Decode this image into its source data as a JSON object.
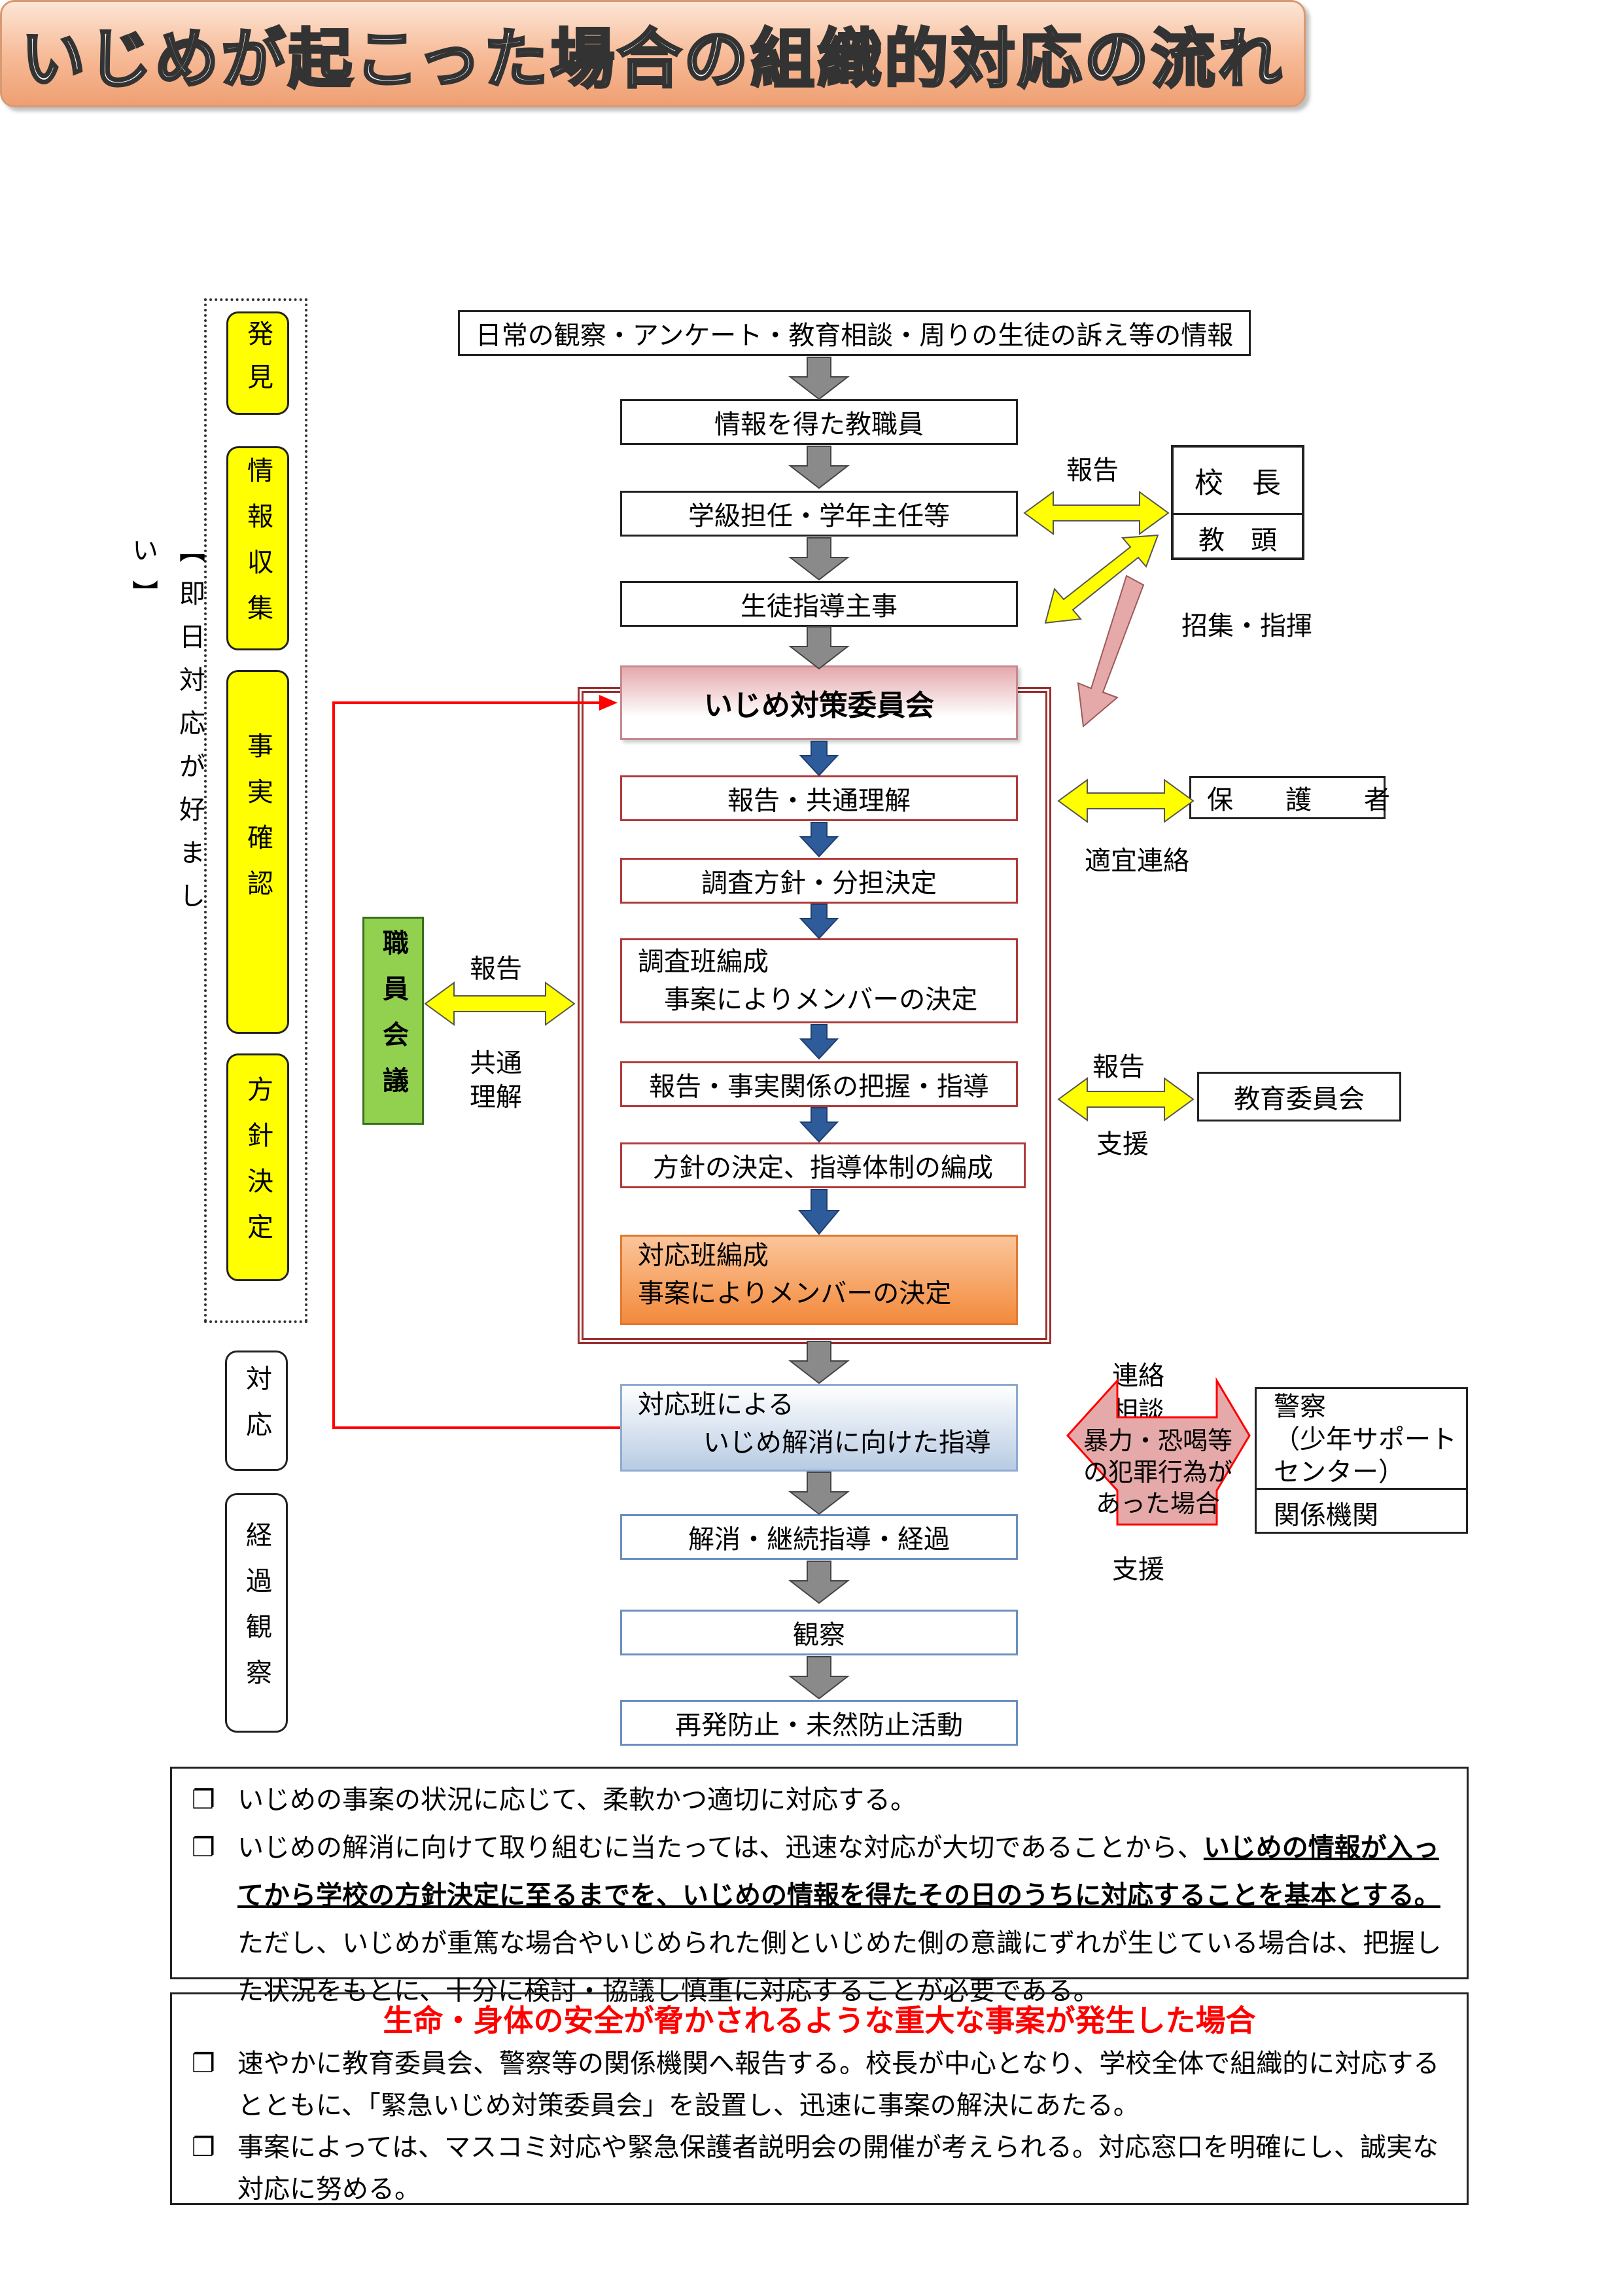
{
  "title": "いじめが起こった場合の組織的対応の流れ",
  "sidebar": {
    "same_day_note": "【即日対応が好ましい】",
    "phases": [
      "発見",
      "情報収集",
      "事実確認",
      "方針決定"
    ],
    "response_phase": "対応",
    "observation_phase": "経過観察"
  },
  "flow": {
    "source": "日常の観察・アンケート・教育相談・周りの生徒の訴え等の情報",
    "staff": "情報を得た教職員",
    "homeroom": "学級担任・学年主任等",
    "guidance_head": "生徒指導主事",
    "committee": "いじめ対策委員会",
    "step1": "報告・共通理解",
    "step2": "調査方針・分担決定",
    "step3_line1": "調査班編成",
    "step3_line2": "事案によりメンバーの決定",
    "step4": "報告・事実関係の把握・指導",
    "step5": "方針の決定、指導体制の編成",
    "step6_line1": "対応班編成",
    "step6_line2": "事案によりメンバーの決定",
    "guidance_line1": "対応班による",
    "guidance_line2": "いじめ解消に向けた指導",
    "resolution": "解消・継続指導・経過",
    "observation": "観察",
    "prevention": "再発防止・未然防止活動"
  },
  "right": {
    "report_label": "報告",
    "principal": "校　長",
    "vice_principal": "教　頭",
    "convene_label": "招集・指揮",
    "guardians": "保　　護　　者",
    "contact_label": "適宜連絡",
    "board_report_label": "報告",
    "board": "教育委員会",
    "support_label": "支援",
    "police_contact_line1": "連絡",
    "police_contact_line2": "相談",
    "crime_line1": "暴力・恐喝等",
    "crime_line2": "の犯罪行為が",
    "crime_line3": "あった場合",
    "police_support_label": "支援",
    "police_line1": "警察",
    "police_line2": "（少年サポート",
    "police_line3": "センター）",
    "agencies": "関係機関"
  },
  "left": {
    "staff_meeting": "職員会議",
    "report_label": "報告",
    "shared_line1": "共通",
    "shared_line2": "理解"
  },
  "notes": {
    "check_mark": "❐",
    "n1_p1": "いじめの事案の状況に応じて、柔軟かつ適切に対応する。",
    "n1_p2_a": "いじめの解消に向けて取り組むに当たっては、迅速な対応が大切であることから、",
    "n1_p2_bold": "いじめの情報が入ってから学校の方針決定に至るまでを、いじめの情報を得たその日のうちに対応することを基本とする。",
    "n1_p2_c": "ただし、いじめが重篤な場合やいじめられた側といじめた側の意識にずれが生じている場合は、把握した状況をもとに、十分に検討・協議し慎重に対応することが必要である。",
    "n2_heading": "生命・身体の安全が脅かされるような重大な事案が発生した場合",
    "n2_p1": "速やかに教育委員会、警察等の関係機関へ報告する。校長が中心となり、学校全体で組織的に対応するとともに、「緊急いじめ対策委員会」を設置し、迅速に事案の解決にあたる。",
    "n2_p2": "事案によっては、マスコミ対応や緊急保護者説明会の開催が考えられる。対応窓口を明確にし、誠実な対応に努める。"
  },
  "colors": {
    "phase_fill": "#ffff00",
    "staff_meeting_fill": "#92d050",
    "committee_border": "#9c3030",
    "red_arrow": "#ff0000",
    "blue_arrow": "#2e5c9a",
    "gray_arrow": "#8a8a8a",
    "crime_fill": "#e6a9a9",
    "heading_red": "#ff0000"
  }
}
